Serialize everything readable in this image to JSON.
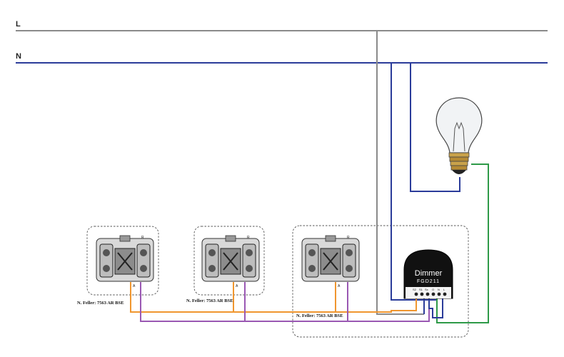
{
  "bus": {
    "line_label": "L",
    "neutral_label": "N"
  },
  "switches": [
    {
      "caption": "N. Feller: 7563 AR BSE",
      "terminal_top": "R",
      "terminal_bottom": "A"
    },
    {
      "caption": "N. Feller: 7563 AR BSE",
      "terminal_top": "R",
      "terminal_bottom": "A"
    },
    {
      "caption": "N. Feller: 7563 AR BSE",
      "terminal_top": "R",
      "terminal_bottom": "A"
    }
  ],
  "dimmer": {
    "brand": "Dimmer",
    "model": "FGD211",
    "terminals": [
      "S2",
      "S1",
      "Sx",
      "O",
      "N",
      "L"
    ]
  },
  "lamp": {
    "icon": "light-bulb-icon"
  },
  "colors": {
    "line": "#8a8a8a",
    "neutral": "#2b3c9a",
    "load": "#2e9a48",
    "s1_wire": "#f0962f",
    "s2_wire": "#9a58b3",
    "box_border": "#555555"
  }
}
